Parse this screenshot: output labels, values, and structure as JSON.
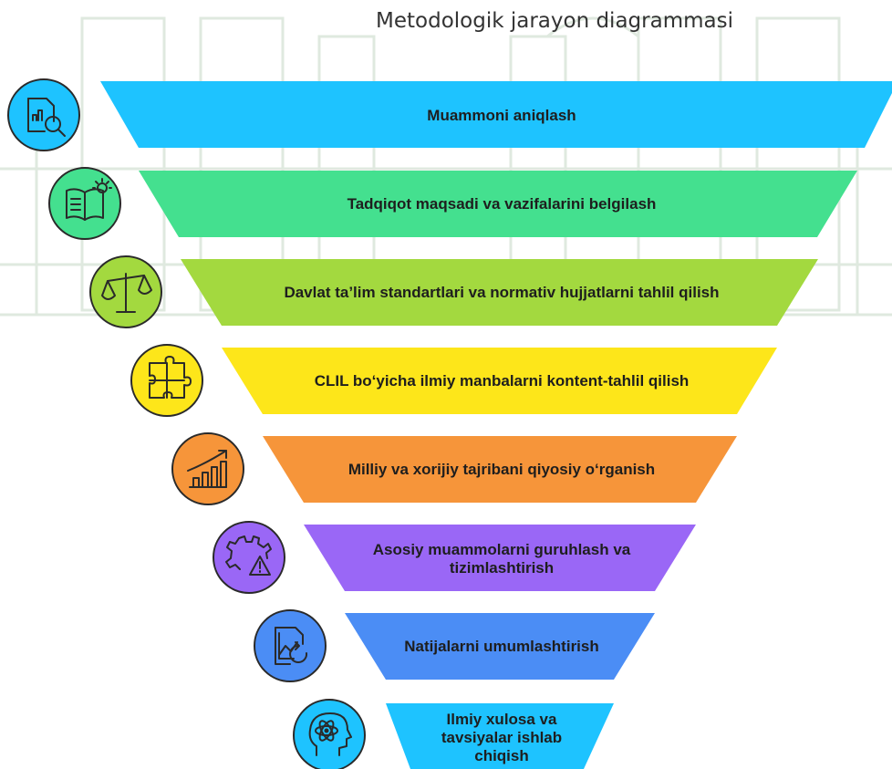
{
  "title": "Metodologik jarayon diagrammasi",
  "steps": [
    {
      "label": "Muammoni aniqlash",
      "color": "#1ec3ff",
      "icon": "chart-magnifier-icon"
    },
    {
      "label": "Tadqiqot maqsadi va vazifalarini belgilash",
      "color": "#44e08f",
      "icon": "book-lightbulb-icon"
    },
    {
      "label": "Davlat ta’lim standartlari va normativ hujjatlarni tahlil qilish",
      "color": "#a3d93f",
      "icon": "balance-scale-icon"
    },
    {
      "label": "CLIL bo‘yicha ilmiy manbalarni kontent-tahlil qilish",
      "color": "#fde61a",
      "icon": "puzzle-icon"
    },
    {
      "label": "Milliy va xorijiy tajribani qiyosiy o‘rganish",
      "color": "#f6953a",
      "icon": "growth-chart-icon"
    },
    {
      "label": "Asosiy muammolarni guruhlash va tizimlashtirish",
      "color": "#9a67f6",
      "icon": "gear-warning-icon"
    },
    {
      "label": "Natijalarni umumlashtirish",
      "color": "#4b8df5",
      "icon": "document-chart-refresh-icon"
    },
    {
      "label": "Ilmiy xulosa va tavsiyalar ishlab chiqish",
      "color": "#1ec3ff",
      "icon": "head-atom-icon"
    }
  ]
}
